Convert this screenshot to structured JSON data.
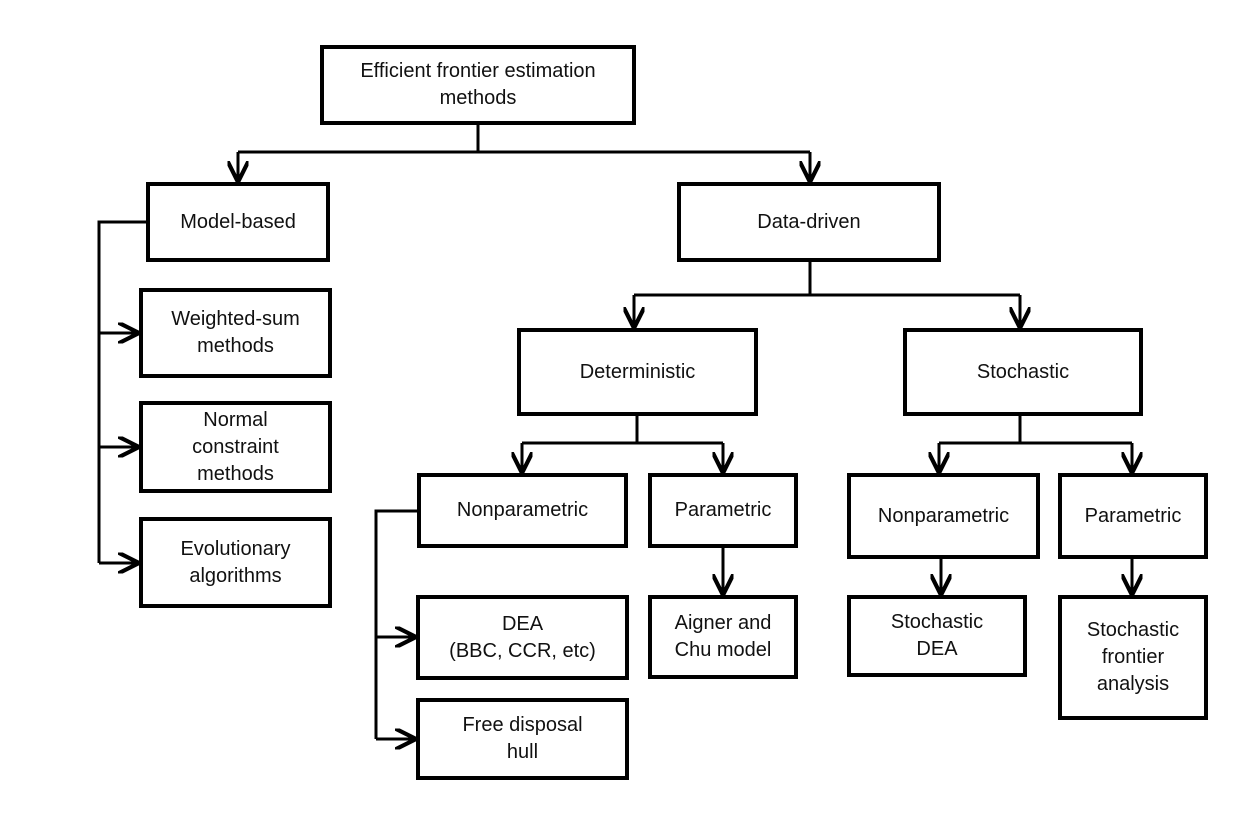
{
  "colors": {
    "stroke": "#000000",
    "text": "#111111",
    "background": "#ffffff"
  },
  "nodes": {
    "root": "Efficient frontier estimation\nmethods",
    "model_based": "Model-based",
    "weighted_sum": "Weighted-sum\nmethods",
    "normal_constraint": "Normal\nconstraint\nmethods",
    "evolutionary": "Evolutionary\nalgorithms",
    "data_driven": "Data-driven",
    "deterministic": "Deterministic",
    "stochastic": "Stochastic",
    "det_nonparametric": "Nonparametric",
    "det_parametric": "Parametric",
    "dea": "DEA\n(BBC, CCR, etc)",
    "free_disposal_hull": "Free disposal\nhull",
    "aigner_chu": "Aigner and\nChu model",
    "sto_nonparametric": "Nonparametric",
    "sto_parametric": "Parametric",
    "stochastic_dea": "Stochastic\nDEA",
    "sfa": "Stochastic\nfrontier\nanalysis"
  }
}
